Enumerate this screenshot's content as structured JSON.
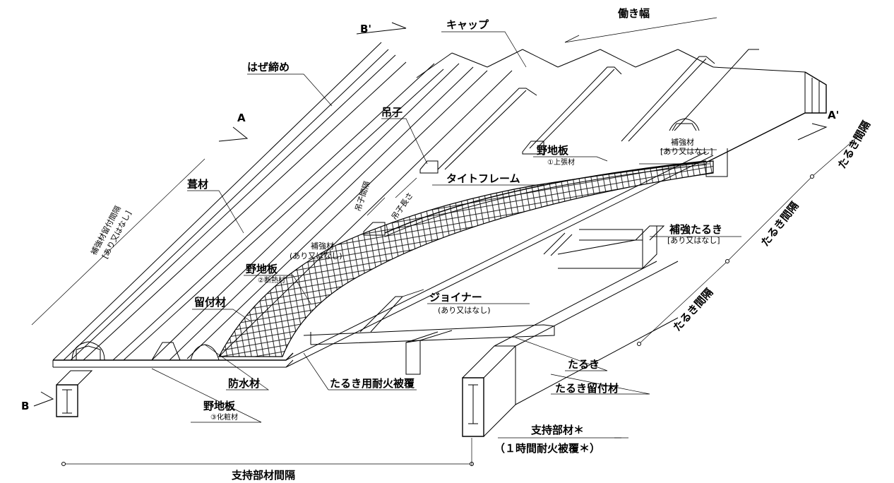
{
  "labels": {
    "bprime": "B'",
    "a": "A",
    "aprime": "A'",
    "b": "B",
    "cap": "キャップ",
    "working_width": "働き幅",
    "hazejime": "はぜ締め",
    "tsuriko": "吊子",
    "reinforcement_top": "補強材",
    "reinforcement_top_note": "[あり又はなし]",
    "nojiita1": "野地板",
    "nojiita1_sub": "①上張材",
    "tight_frame": "タイトフレーム",
    "tsuriko_spacing": "吊子間隔",
    "tsuriko_length": "吊子長さ",
    "fukizai": "葺材",
    "reinf_spacing": "補強材留付間隔",
    "reinf_spacing_note": "[あり又はなし]",
    "reinforcement_mid": "補強材",
    "reinforcement_mid_note": "(あり又はなし)",
    "nojiita2": "野地板",
    "nojiita2_sub": "②断熱材",
    "tometsuke": "留付材",
    "joiner": "ジョイナー",
    "joiner_note": "(あり又はなし)",
    "reinf_taruki": "補強たるき",
    "reinf_taruki_note": "[あり又はなし]",
    "taruki_spacing_1": "たるき間隔",
    "taruki_spacing_2": "たるき間隔",
    "taruki_spacing_3": "たるき間隔",
    "bousuizai": "防水材",
    "taruki_fireproof": "たるき用耐火被覆",
    "taruki": "たるき",
    "taruki_tometsuke": "たるき留付材",
    "nojiita3": "野地板",
    "nojiita3_sub": "③化粧材",
    "support_member": "支持部材＊",
    "support_fireproof": "（１時間耐火被覆＊）",
    "support_spacing": "支持部材間隔"
  }
}
